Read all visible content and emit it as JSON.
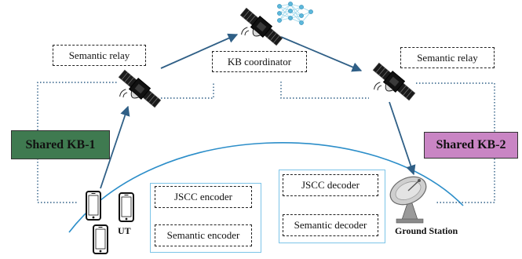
{
  "relay_left": {
    "label": "Semantic relay"
  },
  "relay_right": {
    "label": "Semantic relay"
  },
  "coordinator": {
    "label": "KB coordinator"
  },
  "shared_kb_1": {
    "label": "Shared KB-1",
    "color": "#3f7a50"
  },
  "shared_kb_2": {
    "label": "Shared KB-2",
    "color": "#c985c4"
  },
  "encoder_panel": {
    "jscc": "JSCC encoder",
    "semantic": "Semantic encoder"
  },
  "decoder_panel": {
    "jscc": "JSCC decoder",
    "semantic": "Semantic decoder"
  },
  "user_terminals": {
    "label": "UT"
  },
  "ground_station": {
    "label": "Ground Station"
  },
  "colors": {
    "arrow": "#2f5f86",
    "dotted": "#2f5f86",
    "earth_arc": "#2c8ec9",
    "panel_border": "#7cc4e8"
  }
}
